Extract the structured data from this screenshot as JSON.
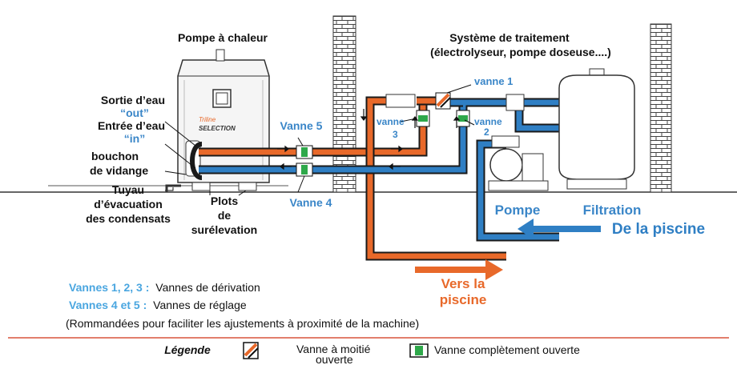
{
  "labels": {
    "heat_pump": "Pompe à chaleur",
    "treatment_line1": "Système de traitement",
    "treatment_line2": "(électrolyseur, pompe doseuse....)",
    "water_out_line1": "Sortie d’eau",
    "water_out_line2": "“out”",
    "water_in_line1": "Entrée d’eau",
    "water_in_line2": "“in”",
    "drain_plug_line1": "bouchon",
    "drain_plug_line2": "de vidange",
    "condensate_line1": "Tuyau",
    "condensate_line2": "d’évacuation",
    "condensate_line3": "des condensats",
    "feet_line1": "Plots",
    "feet_line2": "de",
    "feet_line3": "surélevation",
    "valve1": "vanne 1",
    "valve2_line1": "vanne",
    "valve2_line2": "2",
    "valve3_line1": "vanne",
    "valve3_line2": "3",
    "valve4": "Vanne 4",
    "valve5": "Vanne 5",
    "pump": "Pompe",
    "filtration": "Filtration",
    "from_pool": "De la piscine",
    "to_pool_line1": "Vers la",
    "to_pool_line2": "piscine",
    "brand_small": "Triline",
    "brand_name": "SELECTION"
  },
  "notes": {
    "line1_key": "Vannes 1, 2, 3 :",
    "line1_text": "Vannes de dérivation",
    "line2_key": "Vannes 4 et 5 :",
    "line2_text": "Vannes de réglage",
    "line3": "(Rommandées pour faciliter les ajustements à proximité de la machine)"
  },
  "legend": {
    "title": "Légende",
    "half_open_line1": "Vanne à moitié",
    "half_open_line2": "ouverte",
    "fully_open": "Vanne complètement ouverte"
  },
  "colors": {
    "hot_pipe": "#e8692a",
    "cold_pipe": "#2f7fc4",
    "pipe_outline": "#1a1a1a",
    "label_blue": "#3a86c8",
    "note_blue": "#4aa6e0",
    "valve_green": "#2ea84a",
    "divider_red": "#d9533c"
  }
}
